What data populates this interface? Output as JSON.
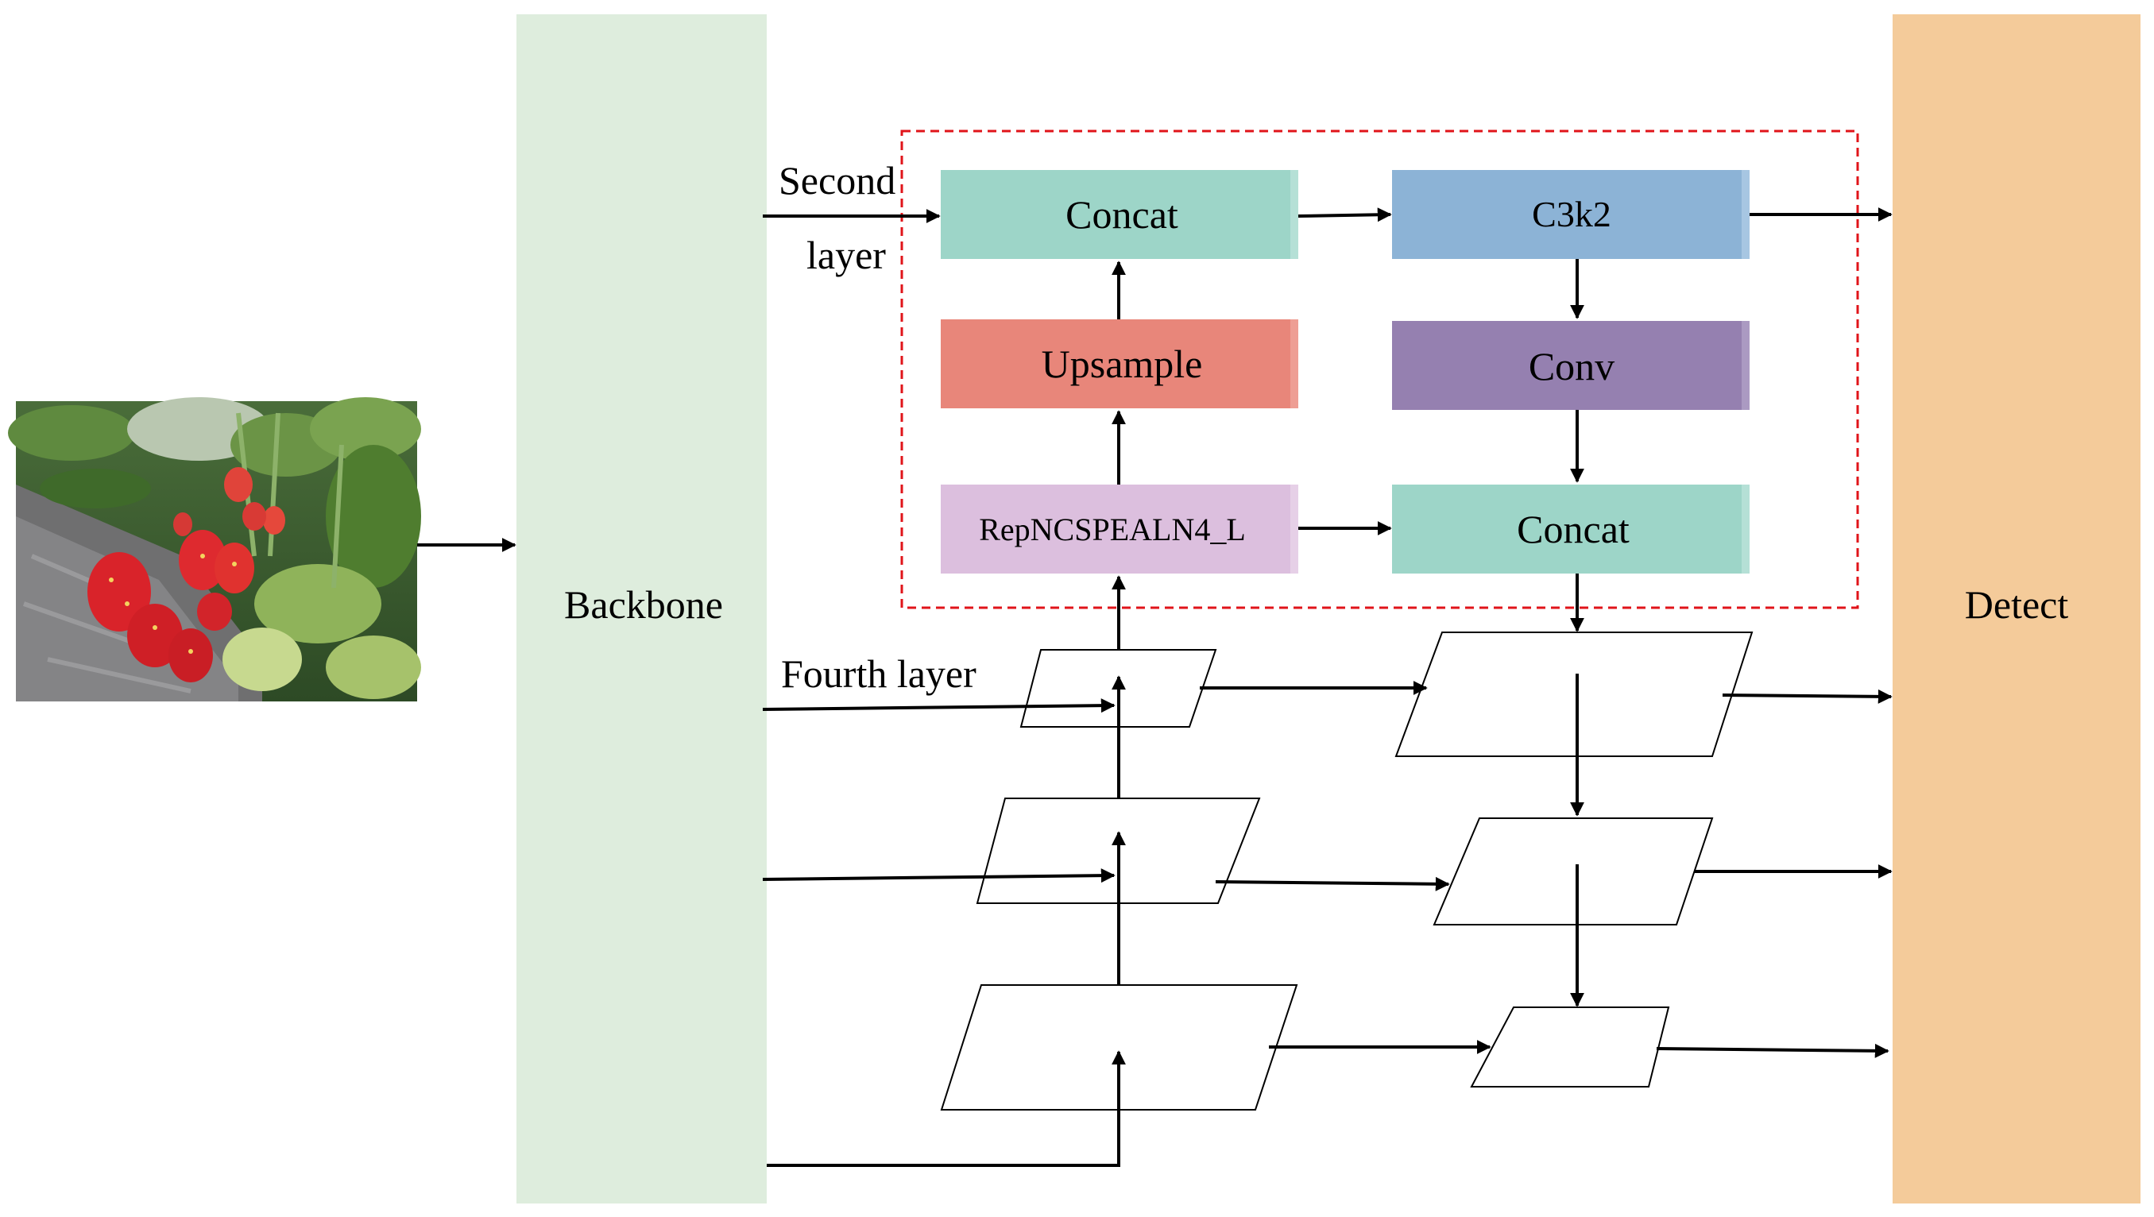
{
  "input_image": {
    "icon": "strawberry-plants-photo"
  },
  "backbone": {
    "label": "Backbone",
    "color": "#deeddd"
  },
  "detect": {
    "label": "Detect",
    "color": "#f4cb9a"
  },
  "neck_inputs": {
    "second_layer_line1": "Second",
    "second_layer_line2": "layer",
    "fourth_layer": "Fourth layer"
  },
  "modules": {
    "concat_top": {
      "label": "Concat",
      "color": "#9dd5c8"
    },
    "upsample": {
      "label": "Upsample",
      "color": "#e8867a"
    },
    "repncspelan": {
      "label": "RepNCSPEALN4_L",
      "color": "#dcbfde"
    },
    "c3k2": {
      "label": "C3k2",
      "color": "#8cb3d6"
    },
    "conv": {
      "label": "Conv",
      "color": "#9580b0"
    },
    "concat_bottom": {
      "label": "Concat",
      "color": "#9dd5c8"
    }
  },
  "highlight_box": {
    "color": "#e0141a",
    "style": "dashed"
  }
}
